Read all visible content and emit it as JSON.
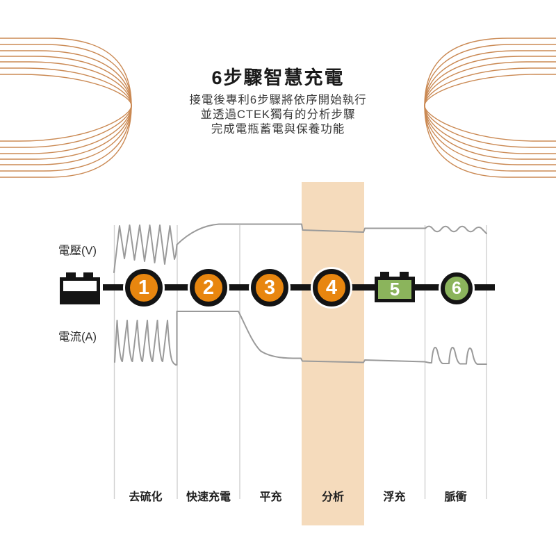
{
  "header": {
    "title": "6步驟智慧充電",
    "subtitle_lines": [
      "接電後專利6步驟將依序開始執行",
      "並透過CTEK獨有的分析步驟",
      "完成電瓶蓄電與保養功能"
    ]
  },
  "chart": {
    "axis": {
      "voltage_label": "電壓(V)",
      "current_label": "電流(A)"
    },
    "steps": [
      {
        "num": "1",
        "label": "去硫化",
        "marker": "circle",
        "color": "#E8860F",
        "highlighted": false
      },
      {
        "num": "2",
        "label": "快速充電",
        "marker": "circle",
        "color": "#E8860F",
        "highlighted": false
      },
      {
        "num": "3",
        "label": "平充",
        "marker": "circle",
        "color": "#E8860F",
        "highlighted": false
      },
      {
        "num": "4",
        "label": "分析",
        "marker": "circle",
        "color": "#E8860F",
        "highlighted": true
      },
      {
        "num": "5",
        "label": "浮充",
        "marker": "battery",
        "color": "#8BB45C",
        "highlighted": false
      },
      {
        "num": "6",
        "label": "脈衝",
        "marker": "circle",
        "color": "#8BB45C",
        "highlighted": false
      }
    ],
    "series_notes": {
      "voltage": [
        "step1 oscillating desulfation spikes",
        "step2 smooth rise to plateau",
        "step3 constant plateau",
        "step4 slightly lower level during analysis",
        "step5 constant float level",
        "step6 gentle ripple waves"
      ],
      "current": [
        "step1 sharp pulse spikes",
        "step2 constant maximum plateau",
        "step3 exponential decline",
        "step4 low near-constant",
        "step5 low near-constant",
        "step6 periodic maintenance pulses"
      ]
    },
    "colors": {
      "step_orange": "#E8860F",
      "step_green": "#8BB45C",
      "highlight_band": "#F5DBBC",
      "curve_gray": "#9A9A9A",
      "separator_gray": "#CFCFCF",
      "timeline_black": "#141414",
      "decoration_orange": "#C8834A"
    }
  }
}
